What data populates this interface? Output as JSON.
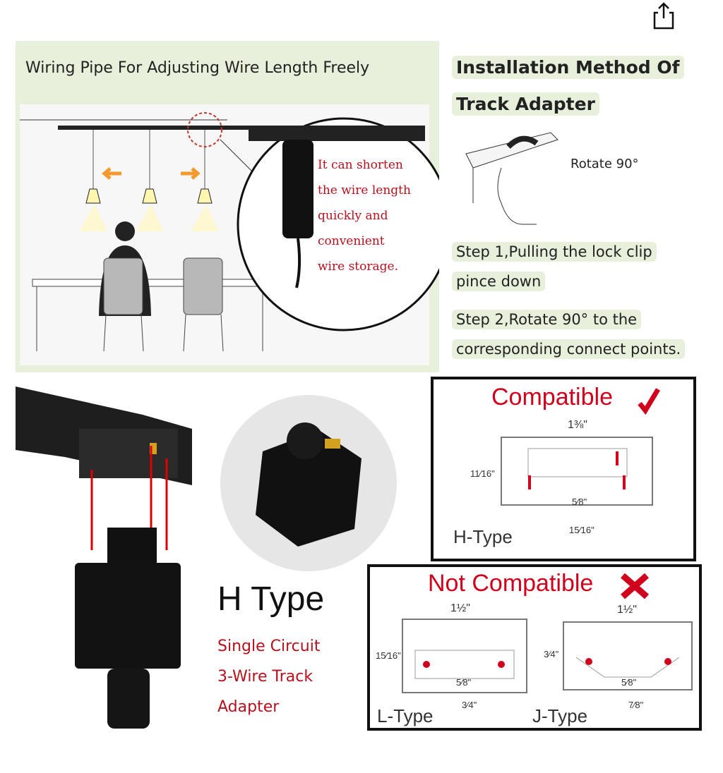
{
  "toolbar": {
    "share_icon": "share-icon"
  },
  "top_left": {
    "title": "Wiring Pipe For Adjusting Wire Length Freely",
    "callout_lines": [
      "It can shorten",
      "the wire length",
      "quickly and",
      "convenient",
      "wire storage."
    ]
  },
  "top_right": {
    "title_line1": "Installation Method Of",
    "title_line2": "Track Adapter",
    "rotate_label": "Rotate 90°",
    "step1_line1": "Step 1,Pulling the lock clip",
    "step1_line2": "pince down",
    "step2_line1": "Step 2,Rotate 90° to the",
    "step2_line2": "corresponding connect points."
  },
  "product": {
    "type_label": "H Type",
    "desc_lines": [
      "Single Circuit",
      "3-Wire Track",
      "Adapter"
    ]
  },
  "compatible": {
    "heading": "Compatible",
    "type_name": "H-Type",
    "dims": {
      "width": "1⅜\"",
      "height": "11⁄16\"",
      "inner": "5⁄8\"",
      "bottom": "15⁄16\""
    }
  },
  "not_compatible": {
    "heading": "Not Compatible",
    "l_type": {
      "name": "L-Type",
      "width": "1½\"",
      "height": "15⁄16\"",
      "inner": "5⁄8\"",
      "bottom": "3⁄4\""
    },
    "j_type": {
      "name": "J-Type",
      "width": "1½\"",
      "height": "3⁄4\"",
      "inner": "5⁄8\"",
      "bottom": "7⁄8\""
    }
  },
  "colors": {
    "panel_green": "#e6f0da",
    "accent_red": "#d1001c",
    "arrow_orange": "#f29a2e"
  }
}
